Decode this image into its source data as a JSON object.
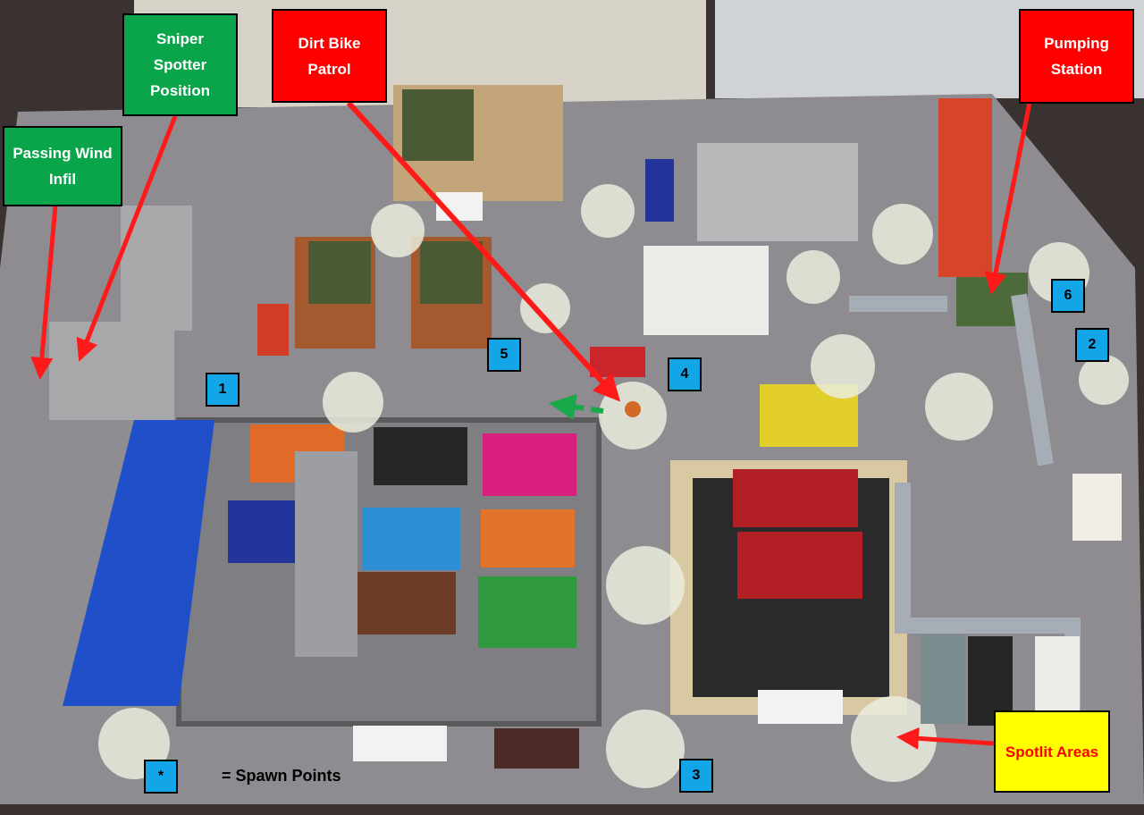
{
  "labels": {
    "sniper": "Sniper\nSpotter\nPosition",
    "passing_wind": "Passing Wind\nInfil",
    "dirt_bike": "Dirt Bike\nPatrol",
    "pumping": "Pumping\nStation",
    "spotlit": "Spotlit Areas"
  },
  "spawn_points": [
    "1",
    "2",
    "3",
    "4",
    "5",
    "6",
    "*"
  ],
  "legend_text": "= Spawn Points",
  "colors": {
    "callout_red": "#ff0000",
    "callout_green": "#0aa54a",
    "callout_yellow": "#ffff00",
    "marker_blue": "#12a6e8",
    "arrow_red": "#ff1a1a"
  }
}
